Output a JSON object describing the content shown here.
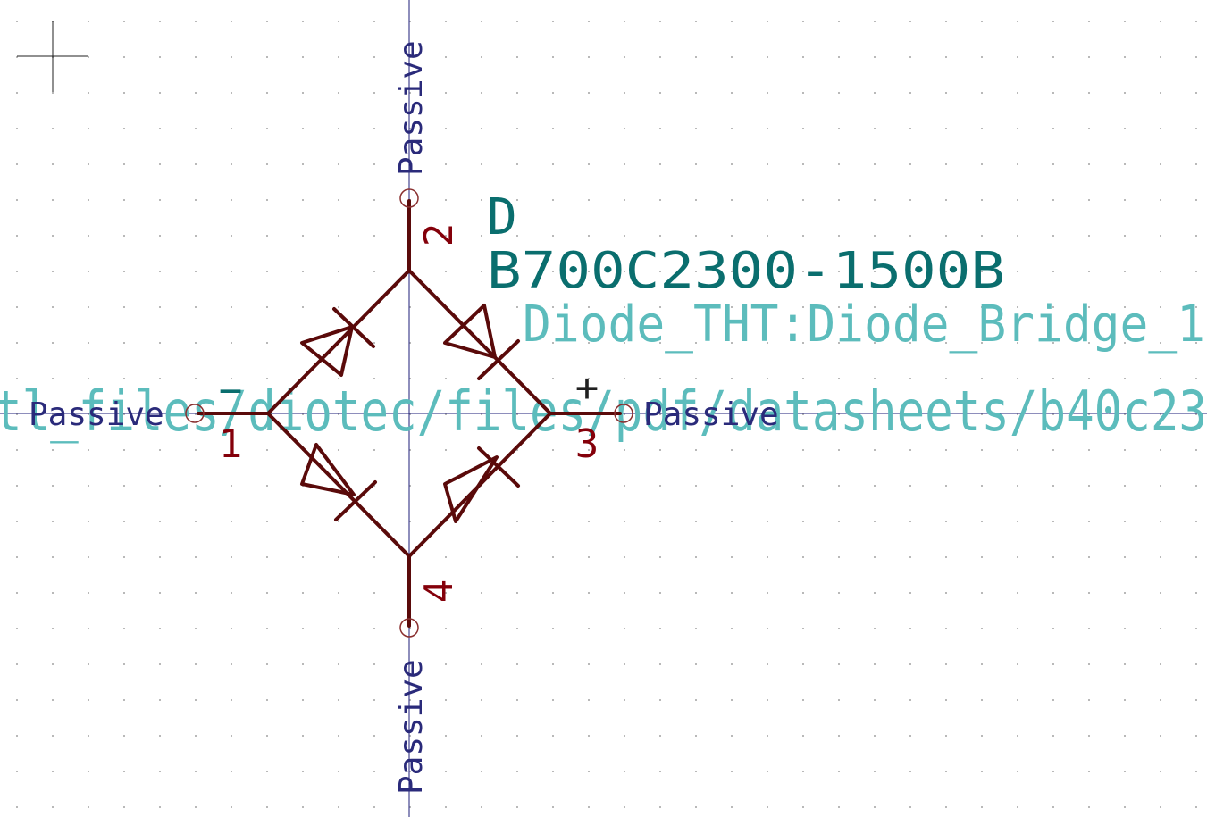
{
  "colors": {
    "background": "#ffffff",
    "grid": "#b9b9b9",
    "axis": "#1e1e78",
    "body": "#5a0a0a",
    "pin_text": "#84000a",
    "pin_type": "#2a2a7a",
    "reference": "#0a6e6e",
    "footprint": "#5cbcbc"
  },
  "symbol": {
    "reference": "D",
    "value": "B700C2300-1500B",
    "footprint": "Diode_THT:Diode_Bridge_1",
    "datasheet": "tl_files/diotec/files/pdf/datasheets/b40c23",
    "pin_minus_sign": "−",
    "pin_plus_sign": "+"
  },
  "pins": [
    {
      "number": "1",
      "type": "Passive"
    },
    {
      "number": "2",
      "type": "Passive"
    },
    {
      "number": "3",
      "type": "Passive"
    },
    {
      "number": "4",
      "type": "Passive"
    }
  ]
}
